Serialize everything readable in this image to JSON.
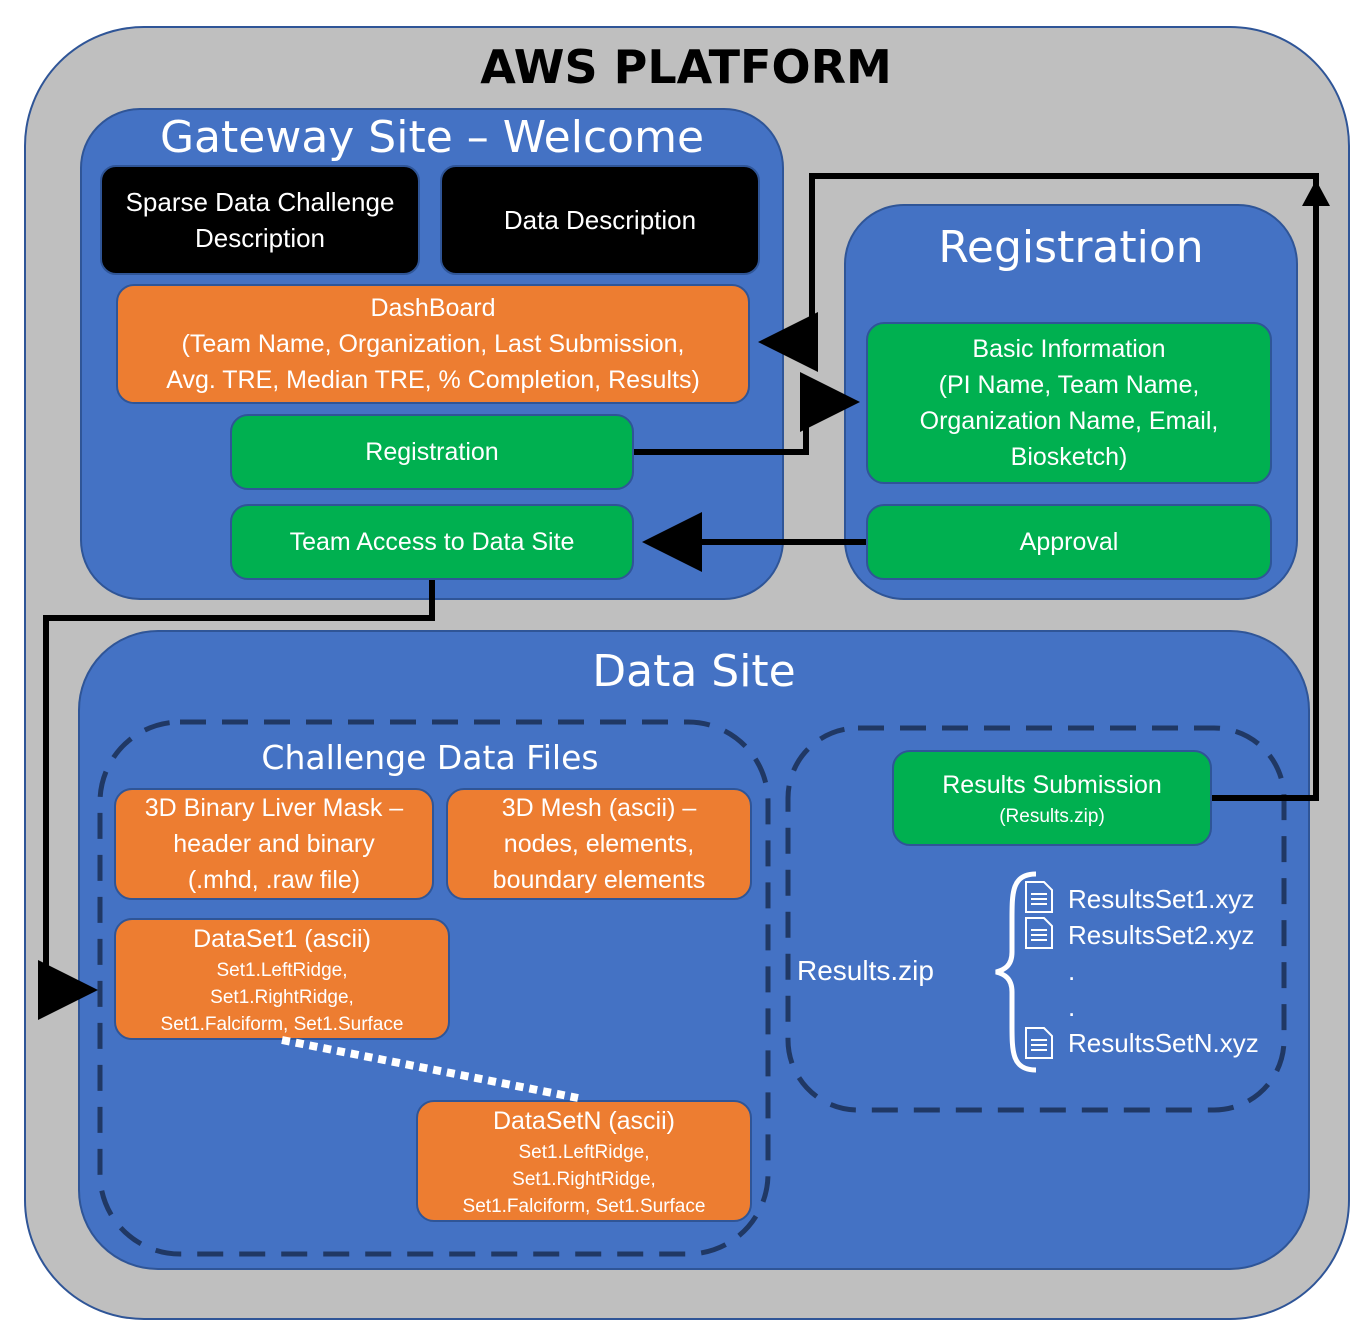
{
  "platform": {
    "title": "AWS PLATFORM"
  },
  "gateway": {
    "title": "Gateway Site – Welcome",
    "challenge_description": [
      "Sparse Data Challenge",
      "Description"
    ],
    "data_description": "Data Description",
    "dashboard": [
      "DashBoard",
      "(Team Name, Organization, Last Submission,",
      "Avg. TRE, Median TRE, % Completion, Results)"
    ],
    "registration_button": "Registration",
    "team_access": "Team Access to Data Site"
  },
  "registration": {
    "title": "Registration",
    "basic_info": [
      "Basic Information",
      "(PI Name, Team Name,",
      "Organization Name, Email,",
      "Biosketch)"
    ],
    "approval": "Approval"
  },
  "data_site": {
    "title": "Data Site",
    "challenge_files_title": "Challenge Data Files",
    "liver_mask": [
      "3D Binary Liver Mask –",
      "header and binary",
      "(.mhd, .raw file)"
    ],
    "mesh": [
      "3D Mesh (ascii) –",
      "nodes, elements,",
      "boundary elements"
    ],
    "dataset1": {
      "title": "DataSet1 (ascii)",
      "lines": [
        "Set1.LeftRidge,",
        "Set1.RightRidge,",
        "Set1.Falciform, Set1.Surface"
      ]
    },
    "datasetN": {
      "title": "DataSetN (ascii)",
      "lines": [
        "Set1.LeftRidge,",
        "Set1.RightRidge,",
        "Set1.Falciform, Set1.Surface"
      ]
    },
    "results_submission": {
      "title": "Results Submission",
      "subtitle": "(Results.zip)"
    },
    "results_zip_label": "Results.zip",
    "result_files": [
      "ResultsSet1.xyz",
      "ResultsSet2.xyz",
      ".",
      ".",
      "ResultsSetN.xyz"
    ]
  },
  "colors": {
    "panel": "#4472c4",
    "orange": "#ed7d31",
    "green": "#00b050",
    "platform": "#bfbfbf",
    "border": "#2f5597"
  }
}
